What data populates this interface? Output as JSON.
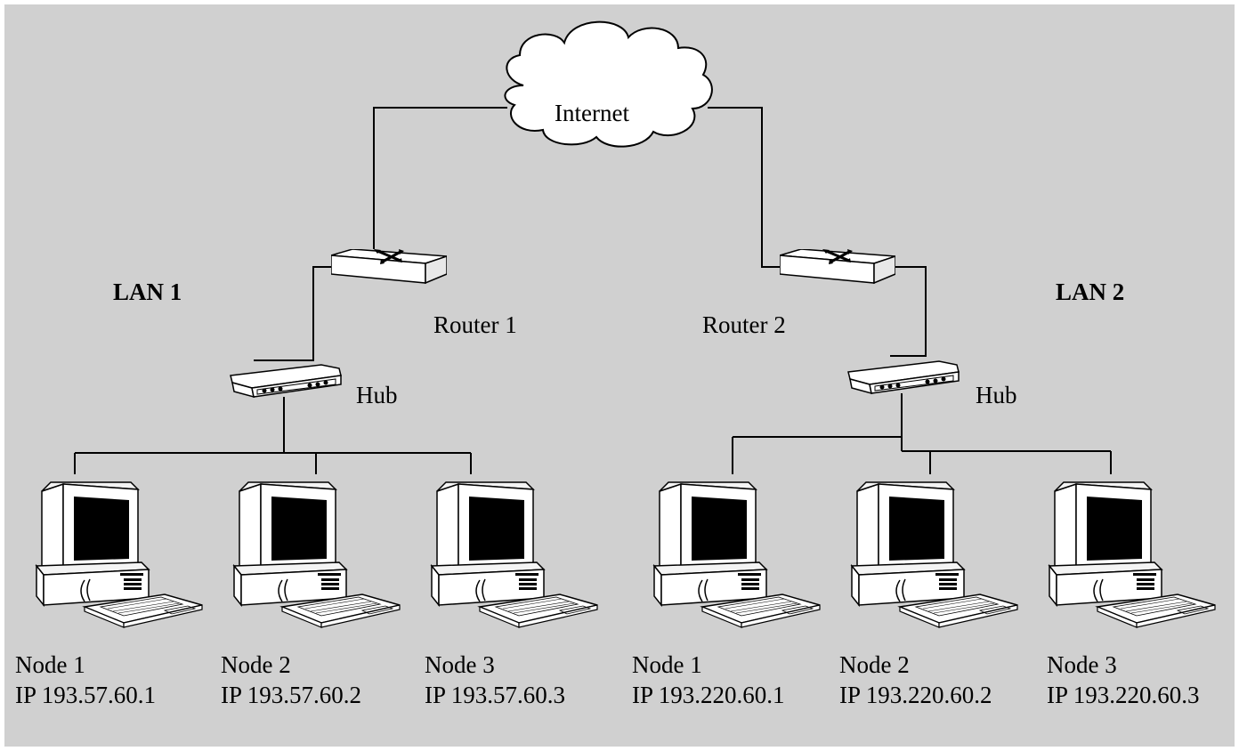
{
  "internet": {
    "label": "Internet"
  },
  "lan1": {
    "title": "LAN 1",
    "router_label": "Router 1",
    "hub_label": "Hub",
    "nodes": [
      {
        "name": "Node 1",
        "ip": "IP 193.57.60.1"
      },
      {
        "name": "Node 2",
        "ip": "IP 193.57.60.2"
      },
      {
        "name": "Node 3",
        "ip": "IP 193.57.60.3"
      }
    ]
  },
  "lan2": {
    "title": "LAN 2",
    "router_label": "Router 2",
    "hub_label": "Hub",
    "nodes": [
      {
        "name": "Node 1",
        "ip": "IP 193.220.60.1"
      },
      {
        "name": "Node 2",
        "ip": "IP 193.220.60.2"
      },
      {
        "name": "Node 3",
        "ip": "IP 193.220.60.3"
      }
    ]
  }
}
